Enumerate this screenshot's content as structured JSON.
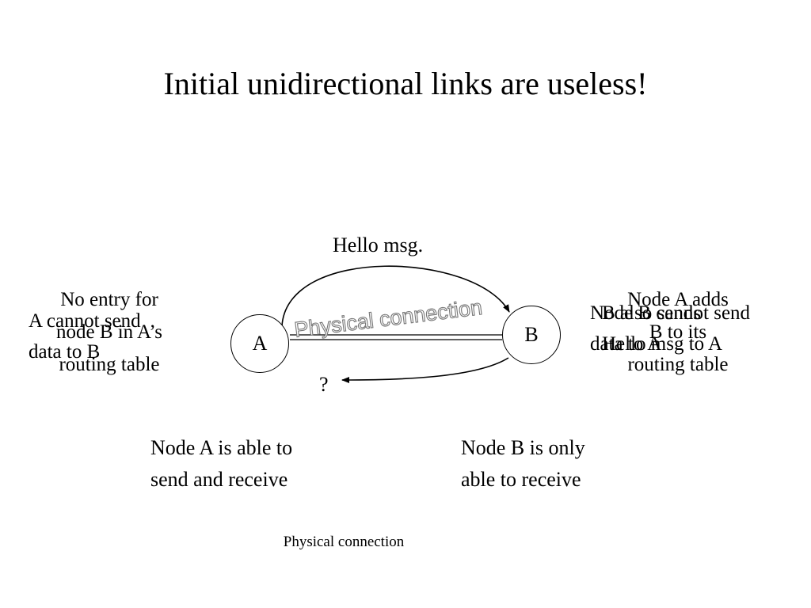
{
  "title": "Initial unidirectional links are useless!",
  "hello_label": "Hello msg.",
  "question_mark": "?",
  "node_a": "A",
  "node_b": "B",
  "left_overlap": {
    "back_lines": [
      "No entry for",
      "node B in A’s",
      "routing table"
    ],
    "front_lines": [
      "A cannot send",
      "data to B"
    ]
  },
  "right_overlap": {
    "back_lines": [
      "Node A adds",
      "B to its",
      "routing table"
    ],
    "mid_lines": [
      "B also sends",
      "Hello msg to A"
    ],
    "front_lines": [
      "Node B cannot send",
      "data to A"
    ]
  },
  "caption_a": [
    "Node A is able to",
    "send and receive"
  ],
  "caption_b": [
    "Node B is only",
    "able to  receive"
  ],
  "physical_connection_large": "Physical connection",
  "physical_connection_small": "Physical connection"
}
